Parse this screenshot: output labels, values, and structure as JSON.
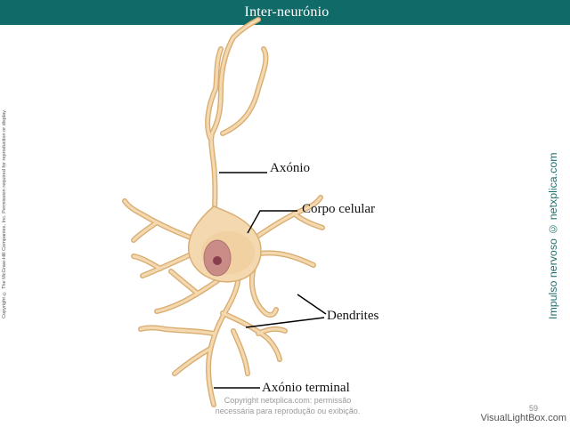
{
  "slide": {
    "title": "Inter-neurónio",
    "page_number": "59"
  },
  "diagram": {
    "labels": {
      "axon": "Axónio",
      "cell_body": "Corpo celular",
      "dendrites": "Dendrites",
      "axon_terminal": "Axónio terminal"
    },
    "colors": {
      "neuron_fill": "#f4d9b0",
      "neuron_stroke": "#d9ae73",
      "nucleus": "#c98c86",
      "nucleolus": "#8a3e4d",
      "leader_line": "#000000"
    }
  },
  "watermarks": {
    "side_text": "Impulso nervoso © netxplica.com",
    "bottom_line1": "Copyright netxplica.com: permissão",
    "bottom_line2": "necessária para reprodução ou exibição.",
    "copyright_vertical": "Copyright © The McGraw-Hill Companies, Inc. Permission required for reproduction or display.",
    "brand": "VisualLightBox.com"
  },
  "theme": {
    "title_bar_color": "#0f6a68"
  }
}
